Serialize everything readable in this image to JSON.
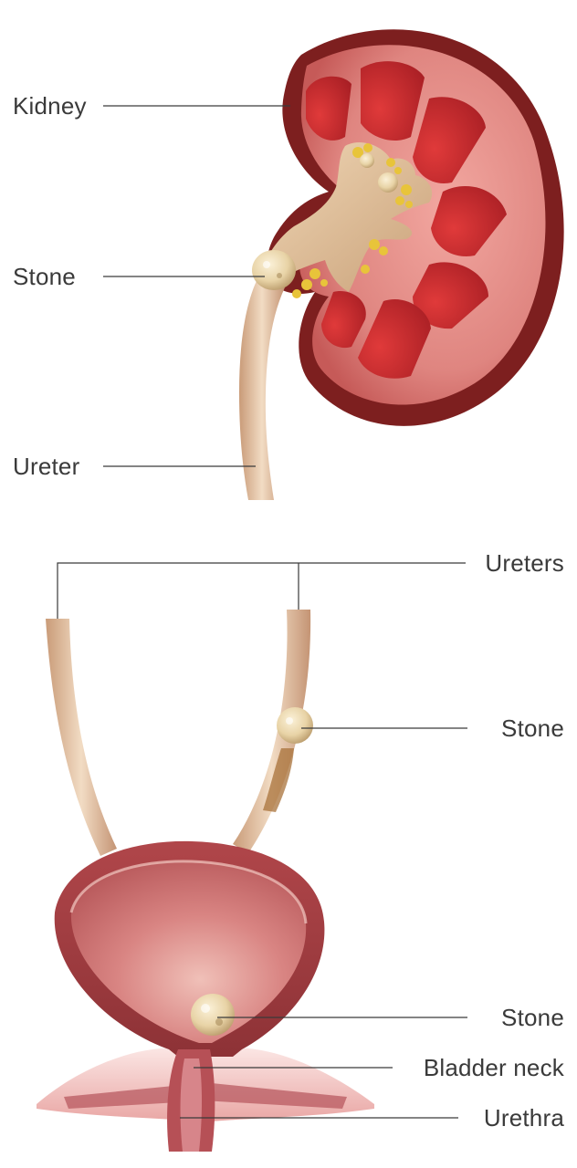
{
  "labels": {
    "kidney": "Kidney",
    "stone_kidney": "Stone",
    "ureter": "Ureter",
    "ureters": "Ureters",
    "stone_ureter": "Stone",
    "stone_bladder": "Stone",
    "bladder_neck": "Bladder neck",
    "urethra": "Urethra"
  },
  "colors": {
    "kidney_dark": "#7d1f1f",
    "kidney_cortex": "#d97a76",
    "pyramid_red": "#b3262b",
    "pelvis_tan": "#dcbc96",
    "stone_cream": "#ead7ad",
    "fat_yellow": "#e8c43a",
    "bladder_wall": "#a9474a",
    "bladder_inner": "#c66e6d",
    "ureter_tan": "#e3c4a6",
    "leader_line": "#3a3a3a"
  }
}
